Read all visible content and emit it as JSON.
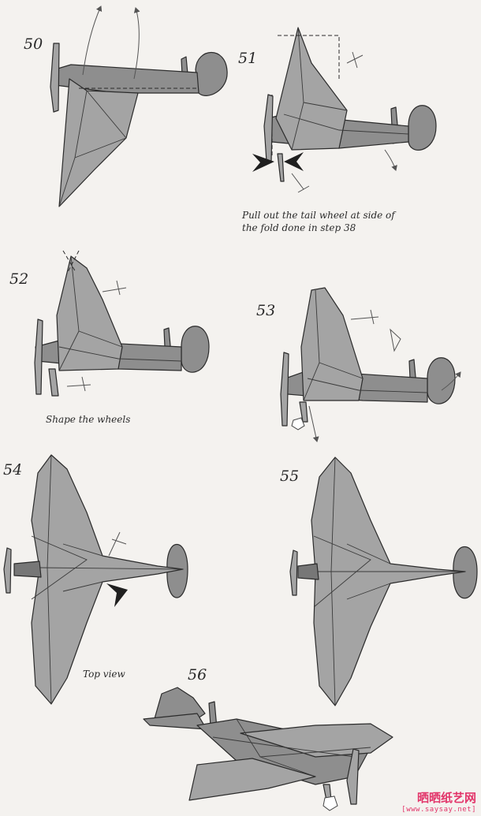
{
  "steps": [
    {
      "number": "50"
    },
    {
      "number": "51",
      "caption": "Pull out the tail wheel at side of the fold done in step 38"
    },
    {
      "number": "52",
      "caption": "Shape the wheels"
    },
    {
      "number": "53"
    },
    {
      "number": "54",
      "caption": "Top view"
    },
    {
      "number": "55"
    },
    {
      "number": "56"
    }
  ],
  "watermark": {
    "title": "晒晒纸艺网",
    "url": "[www.saysay.net]"
  },
  "colors": {
    "paper": "#8e8e8e",
    "line": "#2b2b2b",
    "background": "#f4f2ef",
    "watermark": "#e2356a"
  }
}
